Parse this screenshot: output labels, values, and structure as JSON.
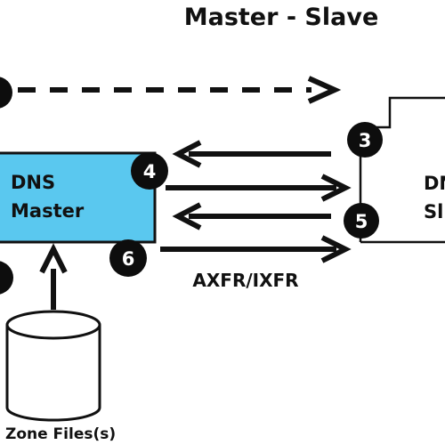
{
  "diagram": {
    "title": "Master - Slave",
    "master": {
      "line1": "DNS",
      "line2": "Master",
      "fill": "#5ac8ef"
    },
    "slave": {
      "line1": "DN",
      "line2": "Sl"
    },
    "zone_files_label": "Zone Files(s)",
    "transfer_label": "AXFR/IXFR",
    "steps": {
      "step1": "",
      "step2": "",
      "step3": "3",
      "step4": "4",
      "step5": "5",
      "step6": "6"
    },
    "colors": {
      "stroke": "#111111",
      "badge": "#0d0d0d",
      "badge_text": "#ffffff"
    }
  }
}
